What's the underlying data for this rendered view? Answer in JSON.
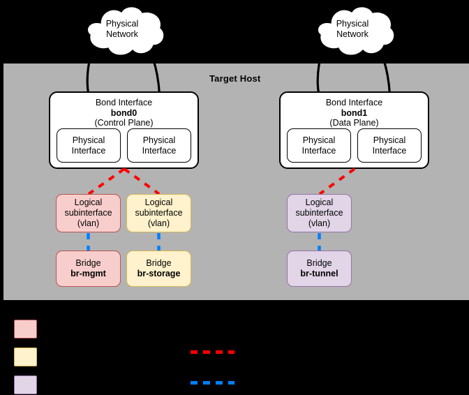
{
  "diagram": {
    "host": {
      "label": "Target Host",
      "background_color": "#b3b3b3"
    },
    "clouds": [
      {
        "line1": "Physical",
        "line2": "Network"
      },
      {
        "line1": "Physical",
        "line2": "Network"
      }
    ],
    "bonds": [
      {
        "title": "Bond Interface",
        "name": "bond0",
        "role": "(Control Plane)",
        "interfaces": [
          {
            "line1": "Physical",
            "line2": "Interface"
          },
          {
            "line1": "Physical",
            "line2": "Interface"
          }
        ]
      },
      {
        "title": "Bond Interface",
        "name": "bond1",
        "role": "(Data Plane)",
        "interfaces": [
          {
            "line1": "Physical",
            "line2": "Interface"
          },
          {
            "line1": "Physical",
            "line2": "Interface"
          }
        ]
      }
    ],
    "subinterfaces": [
      {
        "line1": "Logical",
        "line2": "subinterface",
        "line3": "(vlan)",
        "color": "pink"
      },
      {
        "line1": "Logical",
        "line2": "subinterface",
        "line3": "(vlan)",
        "color": "yellow"
      },
      {
        "line1": "Logical",
        "line2": "subinterface",
        "line3": "(vlan)",
        "color": "purple"
      }
    ],
    "bridges": [
      {
        "line1": "Bridge",
        "name": "br-mgmt",
        "color": "pink"
      },
      {
        "line1": "Bridge",
        "name": "br-storage",
        "color": "yellow"
      },
      {
        "line1": "Bridge",
        "name": "br-tunnel",
        "color": "purple"
      }
    ],
    "colors": {
      "pink_fill": "#f8cecc",
      "pink_stroke": "#b85450",
      "yellow_fill": "#fff2cc",
      "yellow_stroke": "#d6b656",
      "purple_fill": "#e1d5e7",
      "purple_stroke": "#9673a6",
      "red_dash": "#ff0000",
      "blue_dash": "#007fff",
      "host_grey": "#b3b3b3",
      "background": "#000000"
    },
    "legend": {
      "swatches": [
        {
          "color": "pink",
          "label": ""
        },
        {
          "color": "yellow",
          "label": ""
        },
        {
          "color": "purple",
          "label": ""
        }
      ],
      "lines": [
        {
          "color": "#ff0000",
          "label": ""
        },
        {
          "color": "#007fff",
          "label": ""
        }
      ]
    }
  }
}
